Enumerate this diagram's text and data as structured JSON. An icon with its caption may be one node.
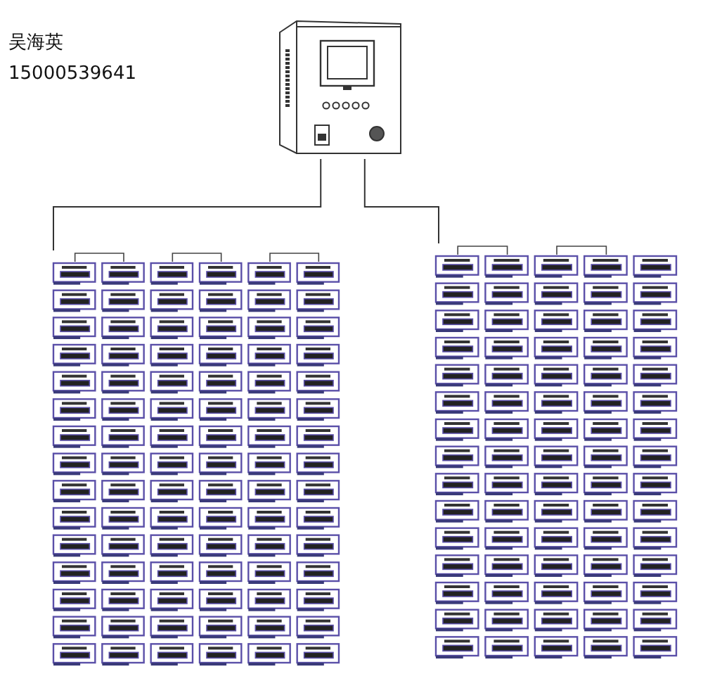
{
  "diagram": {
    "nodes": [
      {
        "text": [],
        "shape": "picture"
      },
      {
        "text": [],
        "shape": "picture"
      },
      {
        "text": [],
        "shape": "picture"
      }
    ],
    "edges": [
      {
        "from": 0,
        "to": 1,
        "arrow": "none"
      },
      {
        "from": 0,
        "to": 2,
        "arrow": "none"
      }
    ],
    "labels": [
      "吴海英",
      "15000539641"
    ]
  }
}
